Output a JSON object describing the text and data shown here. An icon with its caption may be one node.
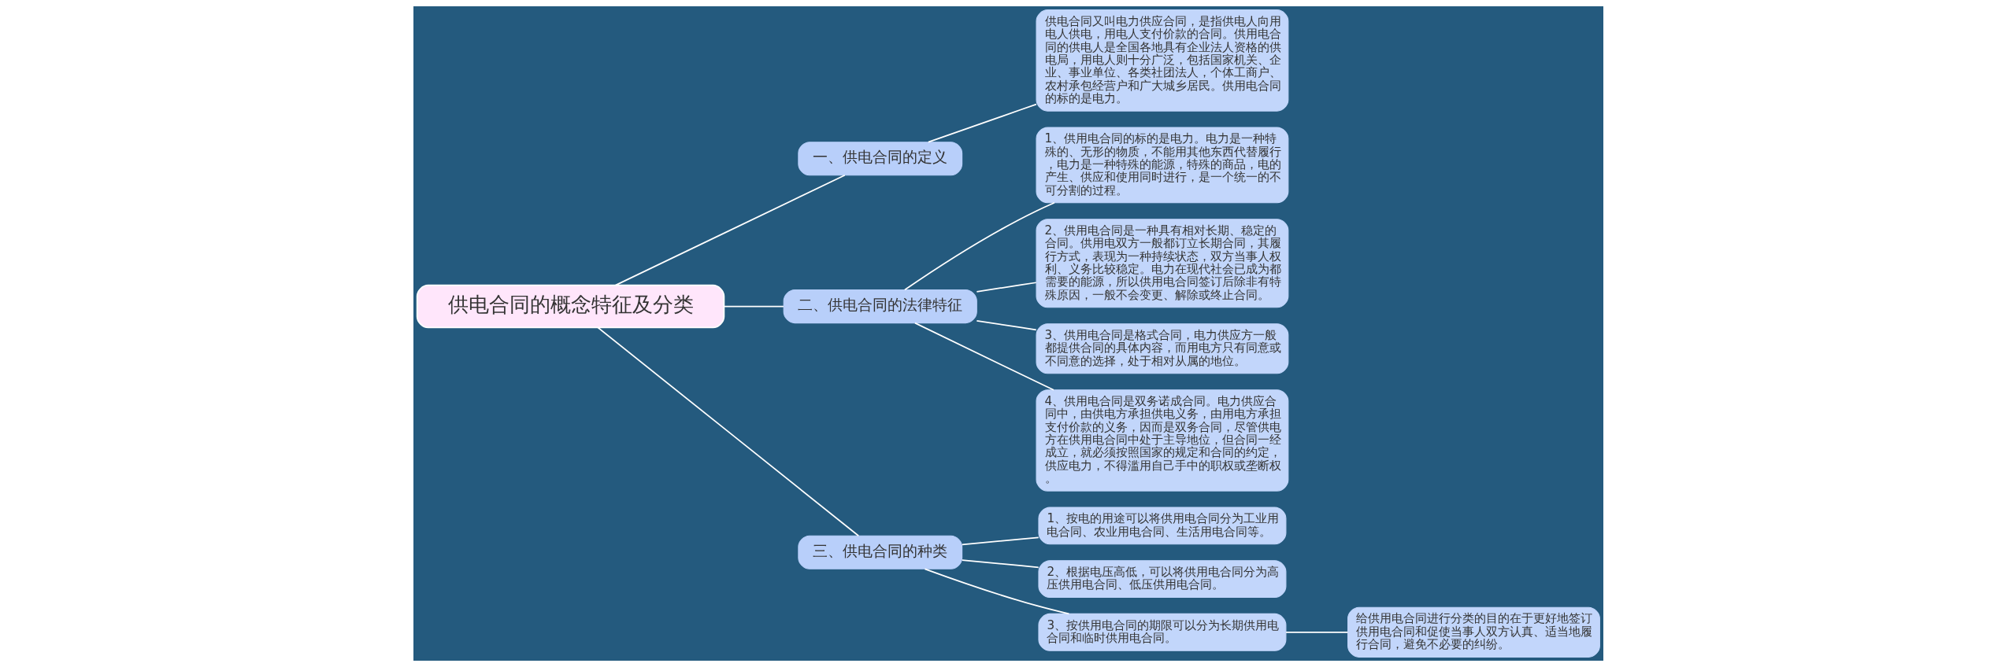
{
  "diagram": {
    "nodes": [
      {
        "text": [
          "供电合同的概念特征及分类"
        ]
      },
      {
        "text": [
          "一、供电合同的定义"
        ]
      },
      {
        "text": [
          "供电合同又叫电力供应合同，是指供电人向用电人供电，用电人支付价款的合同。供用电合同的供电人是全国各地具有企业法人资格的供电局，用电人则十分广泛，包括国家机关、企业、事业单位、各类社团法人，个体工商户、农村承包经营户和广大城乡居民。供用电合同的标的是电力。"
        ]
      },
      {
        "text": [
          "二、供电合同的法律特征"
        ]
      },
      {
        "text": [
          "1、供用电合同的标的是电力。电力是一种特殊的、无形的物质，不能用其他东西代替履行，电力是一种特殊的能源，特殊的商品，电的产生、供应和使用同时进行，是一个统一的不可分割的过程。"
        ]
      },
      {
        "text": [
          "2、供用电合同是一种具有相对长期、稳定的合同。供用电双方一般都订立长期合同，其履行方式，表现为一种持续状态，双方当事人权利、义务比较稳定。电力在现代社会已成为都需要的能源，所以供用电合同签订后除非有特殊原因，一般不会变更、解除或终止合同。"
        ]
      },
      {
        "text": [
          "3、供用电合同是格式合同，电力供应方一般都提供合同的具体内容，而用电方只有同意或不同意的选择，处于相对从属的地位。"
        ]
      },
      {
        "text": [
          "4、供用电合同是双务诺成合同。电力供应合同中，由供电方承担供电义务，由用电方承担支付价款的义务，因而是双务合同，尽管供电方在供用电合同中处于主导地位，但合同一经成立，就必须按照国家的规定和合同的约定，供应电力，不得滥用自己手中的职权或垄断权。"
        ]
      },
      {
        "text": [
          "三、供电合同的种类"
        ]
      },
      {
        "text": [
          "1、按电的用途可以将供用电合同分为工业用电合同、农业用电合同、生活用电合同等。"
        ]
      },
      {
        "text": [
          "2、根据电压高低，可以将供用电合同分为高压供用电合同、低压供用电合同。"
        ]
      },
      {
        "text": [
          "3、按供用电合同的期限可以分为长期供用电合同和临时供用电合同。"
        ]
      },
      {
        "text": [
          "给供用电合同进行分类的目的在于更好地签订供用电合同和促使当事人双方认真、适当地履行合同，避免不必要的纠纷。"
        ]
      }
    ],
    "edges": [
      {
        "from": 0,
        "to": 1,
        "arrow": "none"
      },
      {
        "from": 1,
        "to": 2,
        "arrow": "none"
      },
      {
        "from": 0,
        "to": 3,
        "arrow": "none"
      },
      {
        "from": 3,
        "to": 4,
        "arrow": "none"
      },
      {
        "from": 3,
        "to": 5,
        "arrow": "none"
      },
      {
        "from": 3,
        "to": 6,
        "arrow": "none"
      },
      {
        "from": 3,
        "to": 7,
        "arrow": "none"
      },
      {
        "from": 0,
        "to": 8,
        "arrow": "none"
      },
      {
        "from": 8,
        "to": 9,
        "arrow": "none"
      },
      {
        "from": 8,
        "to": 10,
        "arrow": "none"
      },
      {
        "from": 8,
        "to": 11,
        "arrow": "none"
      },
      {
        "from": 11,
        "to": 12,
        "arrow": "none"
      }
    ]
  }
}
